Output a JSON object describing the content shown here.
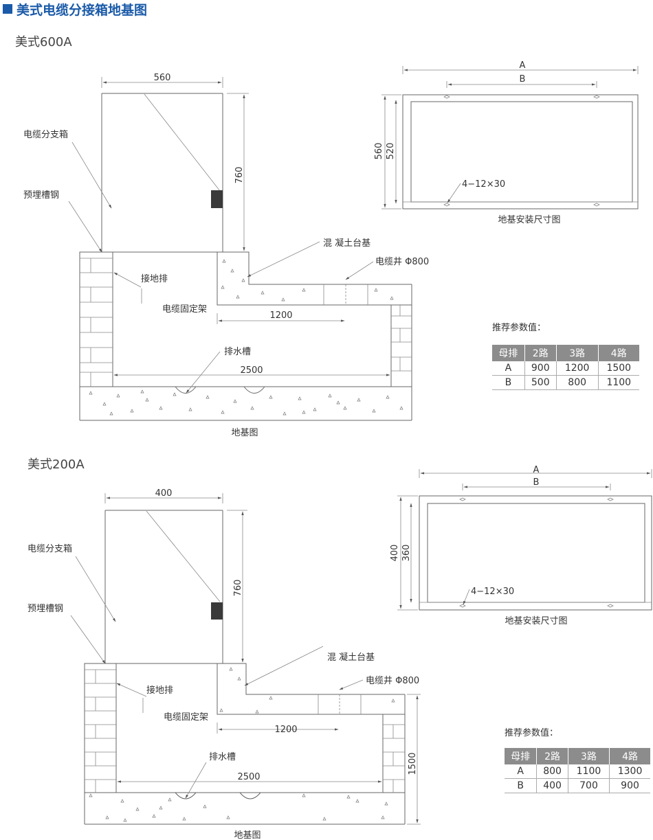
{
  "header": {
    "title": "美式电缆分接箱地基图"
  },
  "sections": [
    {
      "title": "美式600A",
      "box_width": "560",
      "box_height": "760",
      "label_box": "电缆分支箱",
      "label_steel": "预埋槽钢",
      "label_ground": "接地排",
      "label_fixer": "电缆固定架",
      "label_concrete": "混 凝土台基",
      "label_well": "电缆井 Φ800",
      "dim_well_dist": "1200",
      "label_drain": "排水槽",
      "dim_total": "2500",
      "caption_foundation": "地基图",
      "plan": {
        "A": "A",
        "B": "B",
        "outer": "560",
        "inner": "520",
        "holes": "4−12×30",
        "caption": "地基安装尺寸图"
      },
      "rec_title": "推荐参数值：",
      "table": {
        "headers": [
          "母排",
          "2路",
          "3路",
          "4路"
        ],
        "rows": [
          [
            "A",
            "900",
            "1200",
            "1500"
          ],
          [
            "B",
            "500",
            "800",
            "1100"
          ]
        ]
      }
    },
    {
      "title": "美式200A",
      "box_width": "400",
      "box_height": "760",
      "label_box": "电缆分支箱",
      "label_steel": "预埋槽钢",
      "label_ground": "接地排",
      "label_fixer": "电缆固定架",
      "label_concrete": "混 凝土台基",
      "label_well": "电缆井 Φ800",
      "dim_well_dist": "1200",
      "label_drain": "排水槽",
      "dim_total": "2500",
      "dim_depth": "1500",
      "caption_foundation": "地基图",
      "plan": {
        "A": "A",
        "B": "B",
        "outer": "400",
        "inner": "360",
        "holes": "4−12×30",
        "caption": "地基安装尺寸图"
      },
      "rec_title": "推荐参数值：",
      "table": {
        "headers": [
          "母排",
          "2路",
          "3路",
          "4路"
        ],
        "rows": [
          [
            "A",
            "800",
            "1100",
            "1300"
          ],
          [
            "B",
            "400",
            "700",
            "900"
          ]
        ]
      }
    }
  ]
}
